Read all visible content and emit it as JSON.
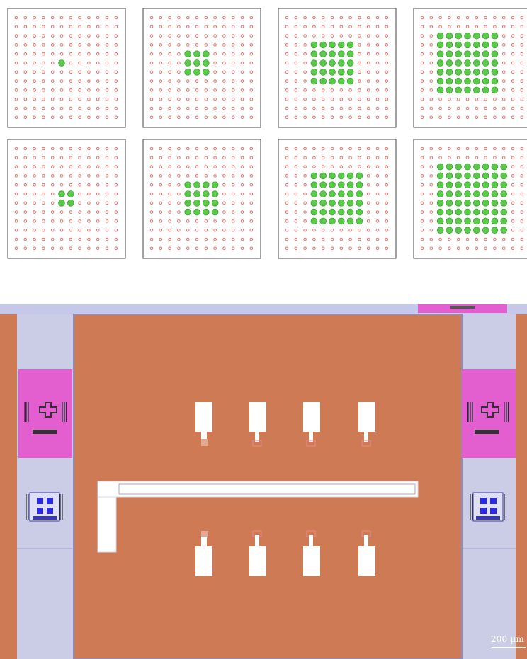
{
  "grid_panels": [
    {
      "active_block": 1
    },
    {
      "active_block": 3
    },
    {
      "active_block": 5
    },
    {
      "active_block": 7
    },
    {
      "active_block": 2
    },
    {
      "active_block": 4
    },
    {
      "active_block": 6
    },
    {
      "active_block": 8
    }
  ],
  "grid_size": 12,
  "colors": {
    "inactive_dot": "#e8716a",
    "active_dot": "#5bc94a",
    "active_dot_edge": "#3aa52e",
    "panel_border": "#444444",
    "substrate_orange": "#cd7a55",
    "trace_lavender": "#c6c8ea",
    "pad_magenta": "#e35fd0",
    "metal_white": "#ffffff"
  },
  "micrograph": {
    "scale_bar_label": "200 µm"
  }
}
